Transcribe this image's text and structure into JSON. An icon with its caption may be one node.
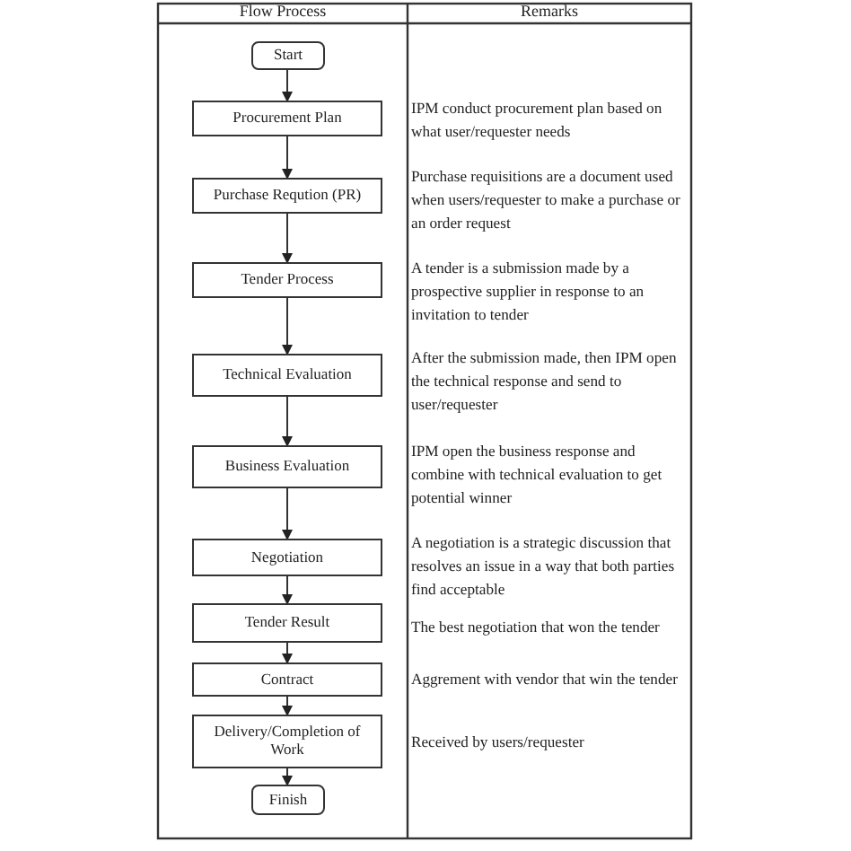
{
  "diagram": {
    "nodes": [
      {
        "text": [
          "Start"
        ]
      },
      {
        "text": [
          "Procurement Plan"
        ]
      },
      {
        "text": [
          "Purchase Reqution (PR)"
        ]
      },
      {
        "text": [
          "Tender Process"
        ]
      },
      {
        "text": [
          "Technical Evaluation"
        ]
      },
      {
        "text": [
          "Business Evaluation"
        ]
      },
      {
        "text": [
          "Negotiation"
        ]
      },
      {
        "text": [
          "Tender Result"
        ]
      },
      {
        "text": [
          "Contract"
        ]
      },
      {
        "text": [
          "Delivery/Completion of Work"
        ]
      },
      {
        "text": [
          "Finish"
        ]
      }
    ],
    "edges": [
      {
        "from": 0,
        "to": 1,
        "arrow": "to"
      },
      {
        "from": 1,
        "to": 2,
        "arrow": "to"
      },
      {
        "from": 2,
        "to": 3,
        "arrow": "to"
      },
      {
        "from": 3,
        "to": 4,
        "arrow": "to"
      },
      {
        "from": 4,
        "to": 5,
        "arrow": "to"
      },
      {
        "from": 5,
        "to": 6,
        "arrow": "to"
      },
      {
        "from": 6,
        "to": 7,
        "arrow": "to"
      },
      {
        "from": 7,
        "to": 8,
        "arrow": "to"
      },
      {
        "from": 8,
        "to": 9,
        "arrow": "to"
      },
      {
        "from": 9,
        "to": 10,
        "arrow": "to"
      }
    ],
    "labels": [
      "Flow Process",
      "Remarks",
      "IPM conduct procurement plan based on what user/requester needs",
      "Purchase requisitions are a document used when users/requester to make a purchase or an order request",
      "A tender is a submission made by a prospective supplier in response to an invitation to tender",
      "After the submission made, then IPM open the technical response and send to user/requester",
      "IPM open the business response and combine with technical evaluation to get potential winner",
      "A negotiation is a strategic discussion that resolves an issue in a way that both parties find acceptable",
      "The best negotiation that won the tender",
      "Aggrement with vendor that win the tender",
      "Received by users/requester"
    ]
  }
}
